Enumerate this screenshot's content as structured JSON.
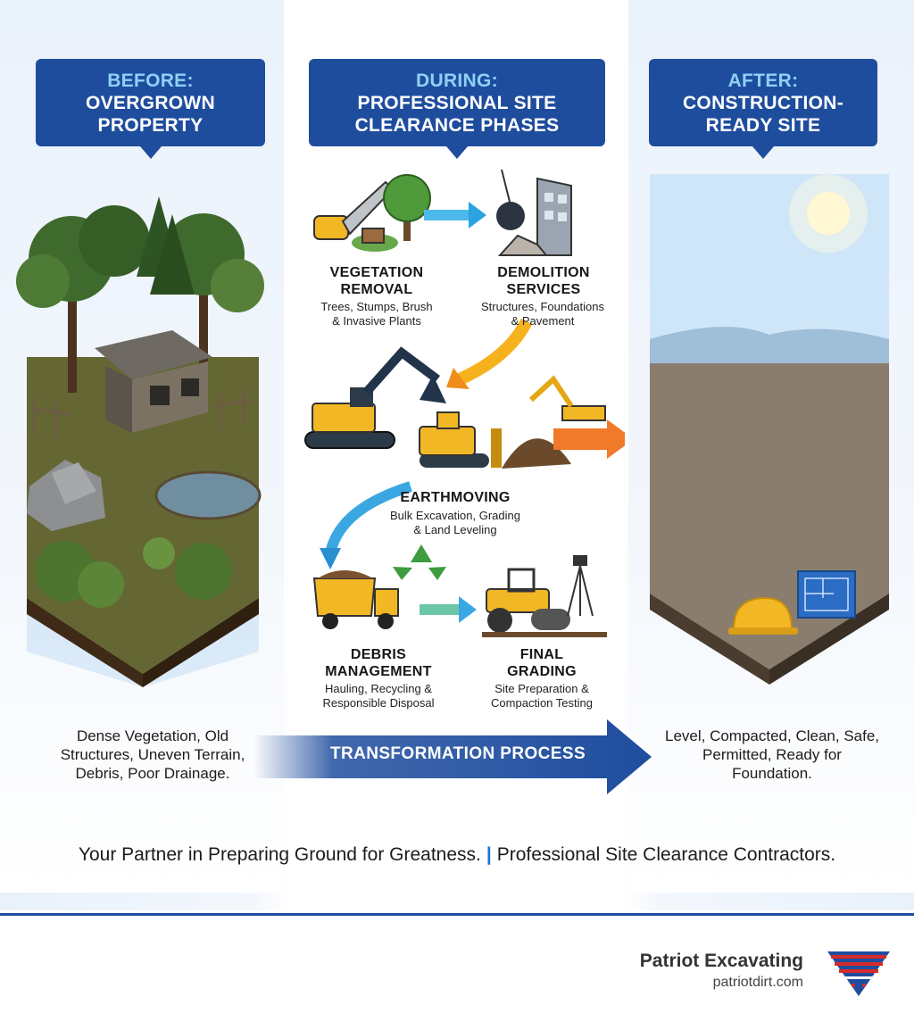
{
  "panels": {
    "before": {
      "header_line1": "BEFORE:",
      "header_line2": "OVERGROWN",
      "header_line3": "PROPERTY",
      "caption": "Dense Vegetation, Old Structures, Uneven Terrain, Debris, Poor Drainage."
    },
    "during": {
      "header_line1": "DURING:",
      "header_line2": "PROFESSIONAL SITE",
      "header_line3": "CLEARANCE PHASES"
    },
    "after": {
      "header_line1": "AFTER:",
      "header_line2": "CONSTRUCTION-",
      "header_line3": "READY SITE",
      "caption": "Level, Compacted, Clean, Safe, Permitted, Ready for Foundation."
    }
  },
  "phases": [
    {
      "title_l1": "VEGETATION",
      "title_l2": "REMOVAL",
      "desc_l1": "Trees, Stumps, Brush",
      "desc_l2": "& Invasive Plants"
    },
    {
      "title_l1": "DEMOLITION",
      "title_l2": "SERVICES",
      "desc_l1": "Structures, Foundations",
      "desc_l2": "& Pavement"
    },
    {
      "title_l1": "EARTHMOVING",
      "title_l2": "",
      "desc_l1": "Bulk Excavation, Grading",
      "desc_l2": "& Land Leveling"
    },
    {
      "title_l1": "DEBRIS",
      "title_l2": "MANAGEMENT",
      "desc_l1": "Hauling, Recycling &",
      "desc_l2": "Responsible Disposal"
    },
    {
      "title_l1": "FINAL",
      "title_l2": "GRADING",
      "desc_l1": "Site Preparation &",
      "desc_l2": "Compaction Testing"
    }
  ],
  "transformation_label": "TRANSFORMATION PROCESS",
  "tagline": {
    "part1": "Your Partner in Preparing Ground for Greatness.",
    "separator": "|",
    "part2": "Professional Site Clearance Contractors."
  },
  "brand": {
    "name": "Patriot Excavating",
    "url": "patriotdirt.com"
  },
  "colors": {
    "header_blue": "#1f4d9e",
    "header_highlight": "#8fd1f5",
    "arrow_blue": "#1f4d9e",
    "machine_yellow": "#f2b724",
    "accent_orange": "#f07a2a"
  },
  "icons": [
    "chainsaw-icon",
    "tree-icon",
    "wrecking-ball-icon",
    "building-icon",
    "excavator-icon",
    "bulldozer-icon",
    "dump-truck-icon",
    "recycle-icon",
    "road-roller-icon",
    "survey-tripod-icon",
    "hard-hat-icon",
    "blueprint-icon",
    "sun-icon"
  ]
}
